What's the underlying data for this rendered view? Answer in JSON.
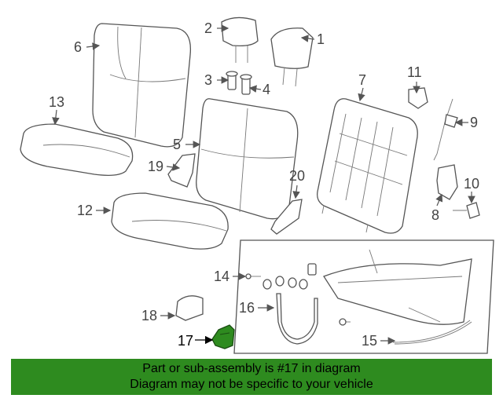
{
  "callouts": {
    "c1": "1",
    "c2": "2",
    "c3": "3",
    "c4": "4",
    "c5": "5",
    "c6": "6",
    "c7": "7",
    "c8": "8",
    "c9": "9",
    "c10": "10",
    "c11": "11",
    "c12": "12",
    "c13": "13",
    "c14": "14",
    "c15": "15",
    "c16": "16",
    "c17": "17",
    "c18": "18",
    "c19": "19",
    "c20": "20"
  },
  "highlighted_part": "17",
  "highlight_color": "#2e8b1f",
  "banner": {
    "line1": "Part or sub-assembly is #17 in diagram",
    "line2": "Diagram may not be specific to your vehicle",
    "background": "#2e8b1f"
  }
}
